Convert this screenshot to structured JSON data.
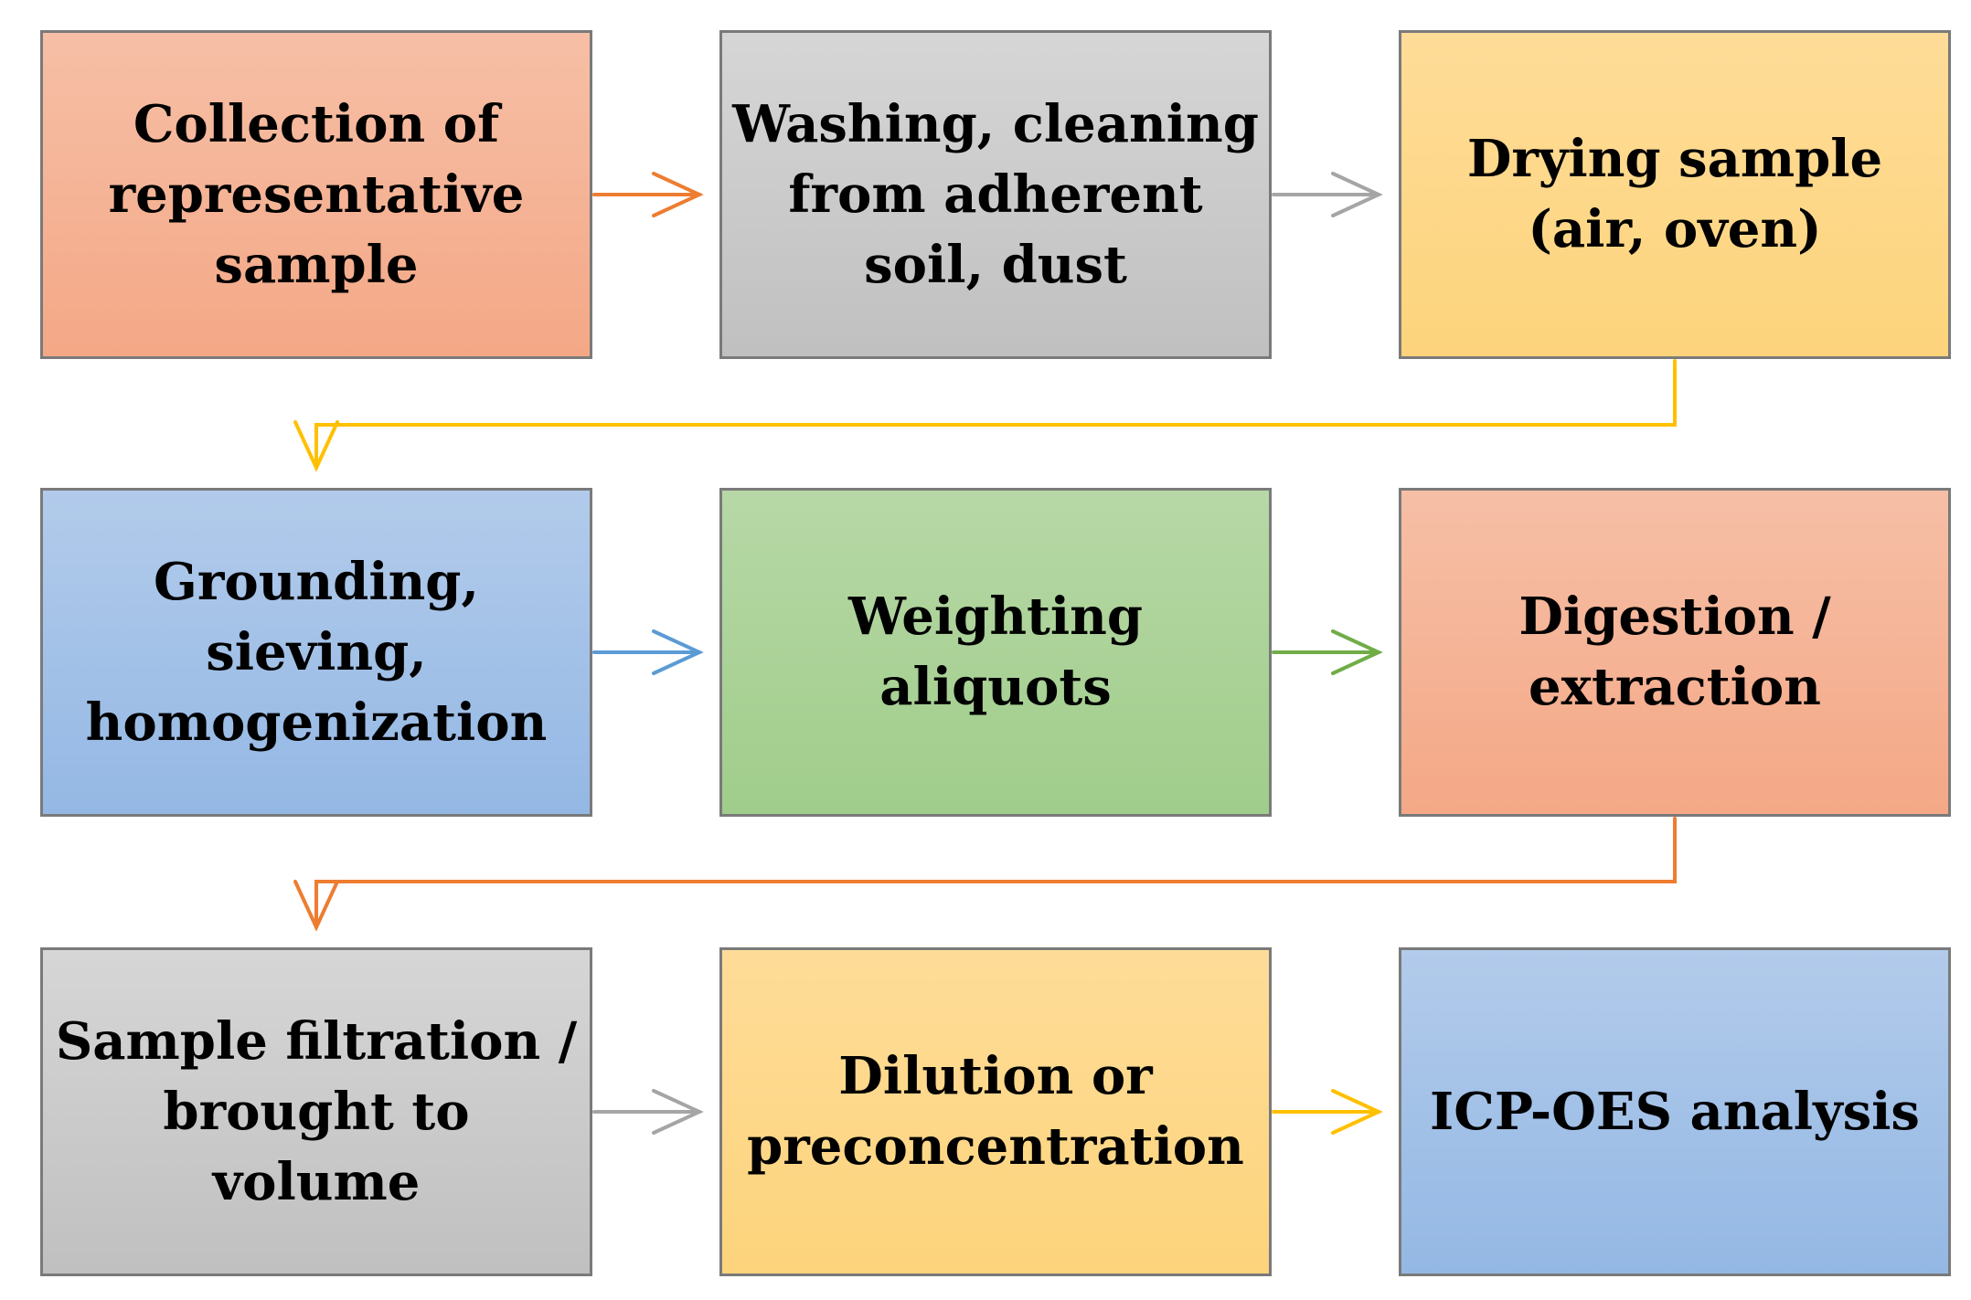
{
  "steps": [
    {
      "label": "Collection of\nrepresentative\nsample",
      "color": "#f4a886"
    },
    {
      "label": "Washing, cleaning\nfrom adherent\nsoil, dust",
      "color": "#c4c4c4"
    },
    {
      "label": "Drying sample\n(air, oven)",
      "color": "#fdd47c"
    },
    {
      "label": "Grounding,\nsieving,\nhomogenization",
      "color": "#94b8e4"
    },
    {
      "label": "Weighting\naliquots",
      "color": "#a0cd8b"
    },
    {
      "label": "Digestion /\nextraction",
      "color": "#f4a886"
    },
    {
      "label": "Sample filtration /\nbrought to\nvolume",
      "color": "#c4c4c4"
    },
    {
      "label": "Dilution or\npreconcentration",
      "color": "#fdd47c"
    },
    {
      "label": "ICP-OES analysis",
      "color": "#94b8e4"
    }
  ],
  "arrow_colors": {
    "orange": "#ed7d31",
    "gray": "#a5a5a5",
    "yellow": "#ffc000",
    "blue": "#5b9bd5",
    "green": "#70ad47"
  }
}
